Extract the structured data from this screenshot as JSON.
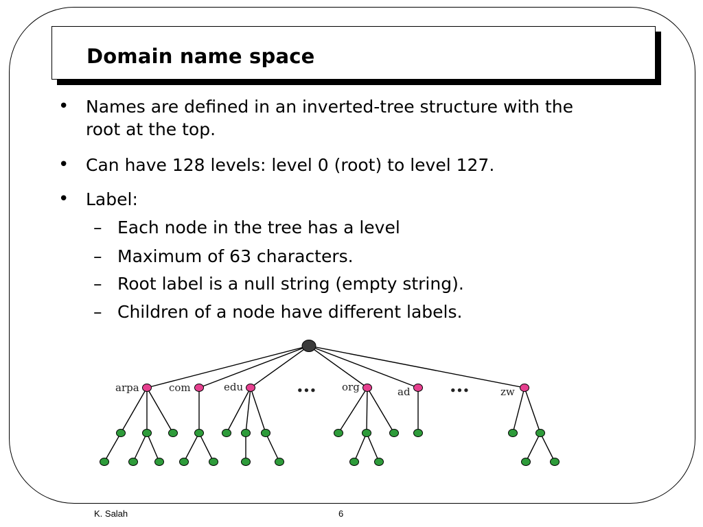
{
  "slide": {
    "title": "Domain name space",
    "bullets": [
      {
        "line1": "Names are defined in an inverted-tree structure with the",
        "line2": "root at the top."
      },
      {
        "line1": "Can have 128 levels: level 0 (root) to level 127."
      },
      {
        "line1": "Label:"
      }
    ],
    "bullet_glyph": "•",
    "sub_glyph": "–",
    "sub_bullets": [
      "Each node in the tree has a level",
      "Maximum of 63 characters.",
      "Root label is a null string (empty string).",
      "Children of a node have different labels."
    ]
  },
  "tree": {
    "labels": [
      "arpa",
      "com",
      "edu",
      "org",
      "ad",
      "zw"
    ],
    "ellipsis": "•••",
    "colors": {
      "root": "#3a3a3a",
      "tld": "#e6408f",
      "leaf": "#2e9b3a",
      "line": "#000000"
    }
  },
  "footer": {
    "author": "K. Salah",
    "page": "6"
  }
}
